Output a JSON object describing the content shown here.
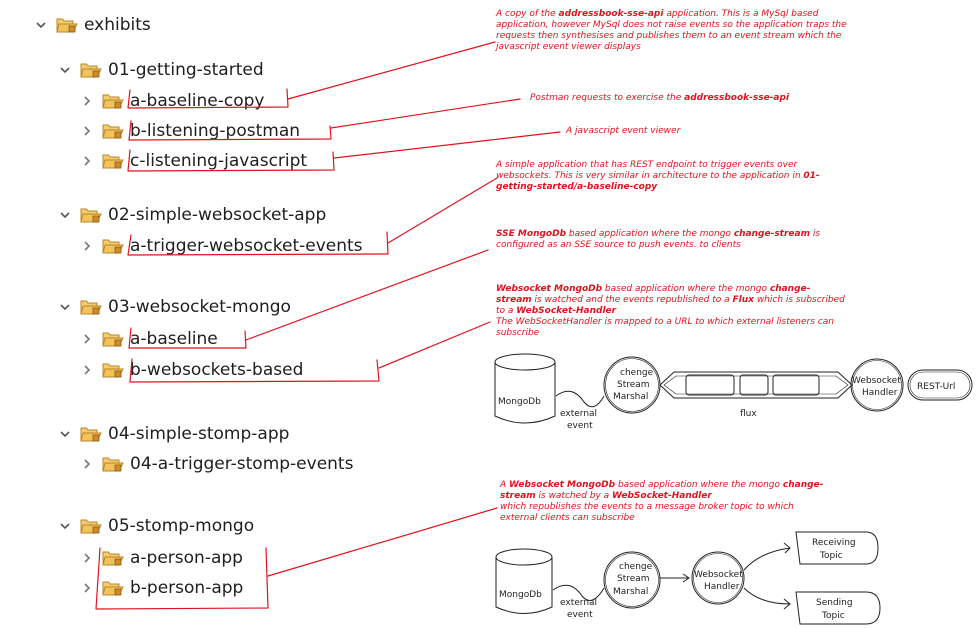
{
  "tree": {
    "root": "exhibits",
    "g1": "01-getting-started",
    "g1a": "a-baseline-copy",
    "g1b": "b-listening-postman",
    "g1c": "c-listening-javascript",
    "g2": "02-simple-websocket-app",
    "g2a": "a-trigger-websocket-events",
    "g3": "03-websocket-mongo",
    "g3a": "a-baseline",
    "g3b": "b-websockets-based",
    "g4": "04-simple-stomp-app",
    "g4a": "04-a-trigger-stomp-events",
    "g5": "05-stomp-mongo",
    "g5a": "a-person-app",
    "g5b": "b-person-app"
  },
  "notes": {
    "n1": {
      "p1": "A copy of the ",
      "b1": "addressbook-sse-api",
      "p2": " application. This is a MySql based application, however MySql does not raise events so the application traps the requests then synthesises and publishes them to an event stream which the javascript event viewer displays"
    },
    "n2": {
      "p1": "Postman requests to exercise the ",
      "b1": "addressbook-sse-api"
    },
    "n3": {
      "p1": "A javascript event viewer"
    },
    "n4": {
      "p1": "A simple application that has REST endpoint to trigger events over websockets. This is very similar in architecture to the application in ",
      "b1": "01-getting-started/a-baseline-copy"
    },
    "n5": {
      "b1": "SSE MongoDb",
      "p1": " based application where the mongo ",
      "b2": "change-stream",
      "p2": " is configured as an SSE source to push events. to clients"
    },
    "n6": {
      "b1": "Websocket MongoDb",
      "p1": " based application where the mongo ",
      "b2": "change-stream",
      "p2": " is watched and the events republished  to a ",
      "b3": "Flux",
      "p3": " which is subscribed to a ",
      "b4": "WebSocket-Handler",
      "p4": "The WebSocketHandler is mapped to a URL to which external listeners can subscribe"
    },
    "n7": {
      "p1": "A ",
      "b1": "Websocket MongoDb",
      "p2": " based application where the mongo ",
      "b2": "change-stream",
      "p3": " is watched by a ",
      "b3": "WebSocket-Handler",
      "p4": "which republishes the events to a message broker topic to which external clients can subscribe"
    }
  },
  "sketch1": {
    "db": "MongoDb",
    "event1": "external",
    "event2": "event",
    "cs1": "chenge",
    "cs2": "Stream",
    "cs3": "Marshal",
    "flux": "flux",
    "ws1": "Websocket",
    "ws2": "Handler",
    "rest": "REST-Url"
  },
  "sketch2": {
    "db": "MongoDb",
    "event1": "external",
    "event2": "event",
    "cs1": "chenge",
    "cs2": "Stream",
    "cs3": "Marshal",
    "ws1": "Websocket",
    "ws2": "Handler",
    "recv1": "Receiving",
    "recv2": "Topic",
    "send1": "Sending",
    "send2": "Topic"
  },
  "colors": {
    "annotation": "#e0131d",
    "folder": "#e8b04a",
    "text": "#1e1e1e"
  }
}
